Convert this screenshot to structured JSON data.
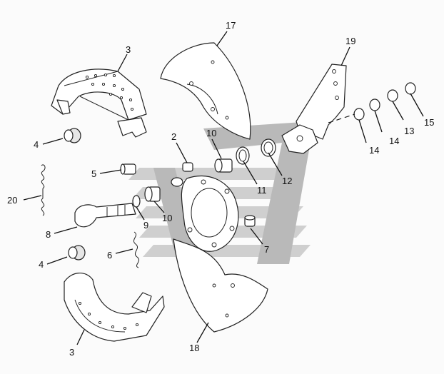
{
  "diagram": {
    "callouts": {
      "c3_top": "3",
      "c17": "17",
      "c19": "19",
      "c4_top": "4",
      "c2": "2",
      "c10_top": "10",
      "c5": "5",
      "c20": "20",
      "c11": "11",
      "c12": "12",
      "c14_a": "14",
      "c14_b": "14",
      "c13": "13",
      "c15": "15",
      "c8": "8",
      "c9": "9",
      "c10_bottom": "10",
      "c6": "6",
      "c4_bottom": "4",
      "c7": "7",
      "c3_bottom": "3",
      "c18": "18"
    }
  },
  "colors": {
    "line": "#222222",
    "watermark": "#cfcfcf",
    "background": "#fbfbfb"
  }
}
